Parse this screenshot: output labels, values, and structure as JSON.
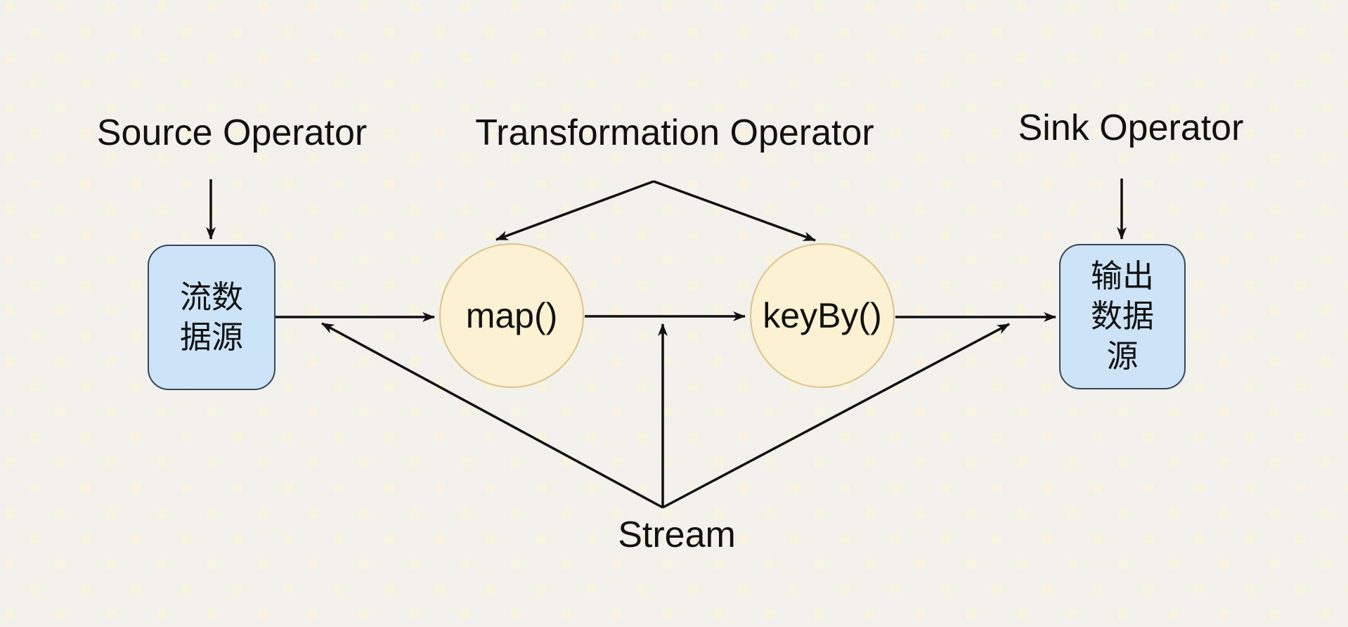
{
  "diagram": {
    "title_implied": "Flink streaming dataflow: source, transformation and sink operators connected by streams",
    "labels": {
      "source_operator": "Source Operator",
      "transformation_operator": "Transformation Operator",
      "sink_operator": "Sink Operator",
      "stream": "Stream"
    },
    "nodes": {
      "source": {
        "label": "流数\n据源",
        "shape": "rounded-rect",
        "fill": "#cde3f8"
      },
      "map": {
        "label": "map()",
        "shape": "circle",
        "fill": "#fcf1d3"
      },
      "keyby": {
        "label": "keyBy()",
        "shape": "circle",
        "fill": "#fcf1d3"
      },
      "sink": {
        "label": "输出\n数据\n源",
        "shape": "rounded-rect",
        "fill": "#cde3f8"
      }
    },
    "edges": [
      {
        "from": "source-operator-label",
        "to": "source-node",
        "type": "annotation-arrow"
      },
      {
        "from": "transformation-operator-label",
        "to": "map-node",
        "type": "annotation-arrow"
      },
      {
        "from": "transformation-operator-label",
        "to": "keyby-node",
        "type": "annotation-arrow"
      },
      {
        "from": "sink-operator-label",
        "to": "sink-node",
        "type": "annotation-arrow"
      },
      {
        "from": "source-node",
        "to": "map-node",
        "type": "dataflow-arrow"
      },
      {
        "from": "map-node",
        "to": "keyby-node",
        "type": "dataflow-arrow"
      },
      {
        "from": "keyby-node",
        "to": "sink-node",
        "type": "dataflow-arrow"
      },
      {
        "from": "stream-label",
        "to": "source-map-edge",
        "type": "annotation-arrow"
      },
      {
        "from": "stream-label",
        "to": "map-keyby-edge",
        "type": "annotation-arrow"
      },
      {
        "from": "stream-label",
        "to": "keyby-sink-edge",
        "type": "annotation-arrow"
      }
    ],
    "colors": {
      "background": "#f3f1eb",
      "background_dots": "#f8f4df",
      "box_fill": "#cde3f8",
      "box_border": "#39465a",
      "circle_fill": "#fcf1d3",
      "circle_border": "#dcc48c",
      "arrow": "#111111",
      "text": "#111111"
    }
  }
}
